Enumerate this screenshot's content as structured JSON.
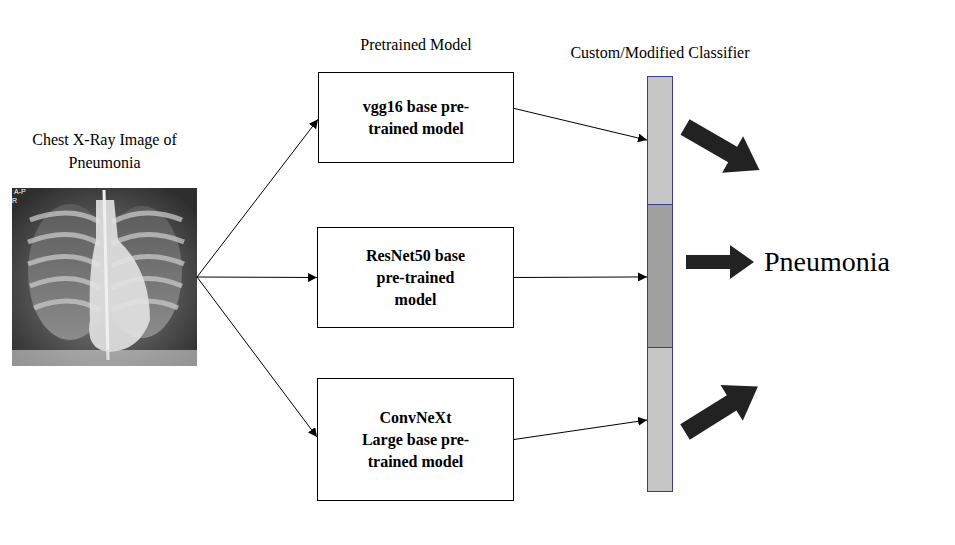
{
  "diagram": {
    "nodes": [
      {
        "text": [
          "Chest X-Ray Image of Pneumonia"
        ]
      },
      {
        "text": [
          "vgg16 base pre-trained model"
        ]
      },
      {
        "text": [
          "ResNet50 base pre-trained model"
        ]
      },
      {
        "text": [
          "ConvNeXt Large base pre-trained model"
        ]
      },
      {
        "text": [
          "Custom/Modified Classifier"
        ]
      }
    ],
    "edges": [
      {
        "from": 0,
        "to": 1,
        "arrow": "to"
      },
      {
        "from": 0,
        "to": 2,
        "arrow": "to"
      },
      {
        "from": 0,
        "to": 3,
        "arrow": "to"
      },
      {
        "from": 1,
        "to": 4,
        "arrow": "to"
      },
      {
        "from": 2,
        "to": 4,
        "arrow": "to"
      },
      {
        "from": 3,
        "to": 4,
        "arrow": "to"
      }
    ],
    "labels": [
      "Pretrained Model",
      "A-P",
      "R",
      "Pneumonia"
    ]
  }
}
